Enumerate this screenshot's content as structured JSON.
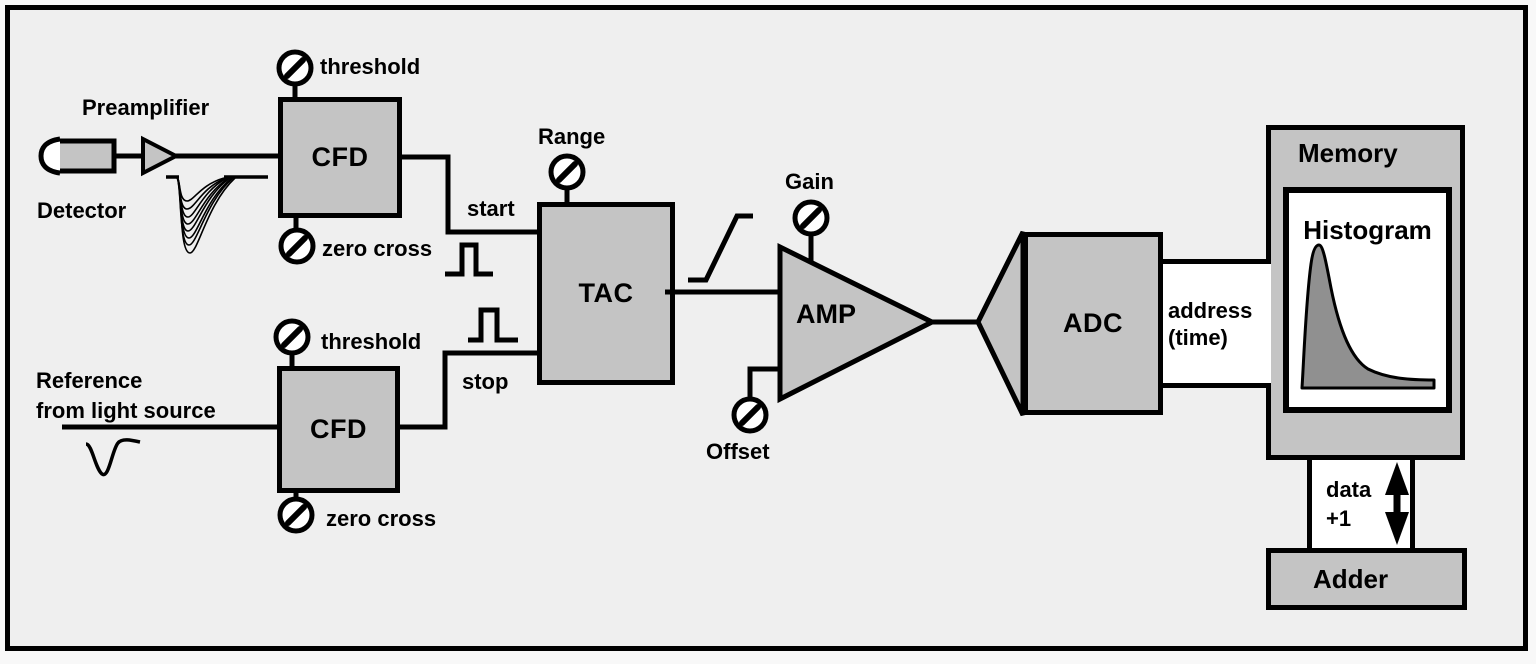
{
  "colors": {
    "background": "#efefef",
    "block_fill": "#c4c4c4",
    "histogram_fill": "#909090",
    "line": "#000000",
    "panel_white": "#ffffff"
  },
  "blocks": {
    "cfd_top": "CFD",
    "cfd_bottom": "CFD",
    "tac": "TAC",
    "amp": "AMP",
    "adc": "ADC",
    "memory": "Memory",
    "histogram": "Histogram",
    "adder": "Adder"
  },
  "labels": {
    "preamplifier": "Preamplifier",
    "detector": "Detector",
    "reference_line1": "Reference",
    "reference_line2": "from light source",
    "threshold_top": "threshold",
    "zero_cross_top": "zero cross",
    "threshold_bottom": "threshold",
    "zero_cross_bottom": "zero cross",
    "range": "Range",
    "gain": "Gain",
    "offset": "Offset",
    "start": "start",
    "stop": "stop"
  },
  "channels": {
    "address_line1": "address",
    "address_line2": "(time)",
    "data_line1": "data",
    "data_line2": "+1"
  },
  "icons": {
    "knob": "slashed-circle-adjustment-knob",
    "data_arrow": "vertical-double-headed-arrow",
    "detector": "photodetector-tube",
    "preamplifier": "amplifier-triangle"
  }
}
